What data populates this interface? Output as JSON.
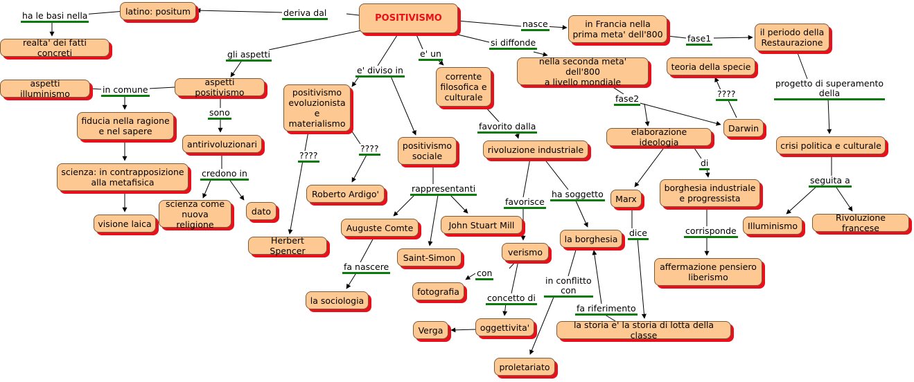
{
  "nodes": {
    "positivismo": "POSITIVISMO",
    "latino_positum": "latino: positum",
    "realta_fatti": "realta' dei fatti concreti",
    "aspetti_illuminismo": "aspetti illuminismo",
    "aspetti_positivismo": "aspetti positivismo",
    "fiducia": "fiducia nella ragione\ne nel sapere",
    "scienza_contrapposizione": "scienza: in contrapposizione\nalla metafisica",
    "visione_laica": "visione laica",
    "antirivoluzionari": "antirivoluzionari",
    "scienza_religione": "scienza come\nnuova religione",
    "dato": "dato",
    "pos_evoluzionista": "positivismo\nevoluzionista\ne\nmaterialismo",
    "herbert_spencer": "Herbert Spencer",
    "roberto_ardigo": "Roberto Ardigo'",
    "pos_sociale": "positivismo\nsociale",
    "auguste_comte": "Auguste Comte",
    "john_stuart_mill": "John Stuart Mill",
    "saint_simon": "Saint-Simon",
    "la_sociologia": "la sociologia",
    "corrente_filosofica": "corrente\nfilosofica e\nculturale",
    "rivoluzione_industriale": "rivoluzione industriale",
    "verismo": "verismo",
    "fotografia": "fotografia",
    "oggettivita": "oggettivita'",
    "verga": "Verga",
    "la_borghesia": "la borghesia",
    "proletariato": "proletariato",
    "storia_lotta": "la storia e' la storia di lotta della classe",
    "seconda_meta": "nella seconda meta' dell'800\na livello mondiale",
    "elaborazione_ideologia": "elaborazione ideologia",
    "marx": "Marx",
    "borghesia_industriale": "borghesia industriale\ne progressista",
    "affermazione_liberismo": "affermazione pensiero\nliberismo",
    "darwin": "Darwin",
    "teoria_specie": "teoria della specie",
    "francia": "in Francia nella\nprima meta' dell'800",
    "restaurazione": "il periodo della\nRestaurazione",
    "crisi_politica": "crisi politica e culturale",
    "illuminismo": "Illuminismo",
    "rivoluzione_francese": "Rivoluzione francese"
  },
  "links": {
    "deriva_dal": "deriva dal",
    "ha_le_basi_nella": "ha le basi nella",
    "gli_aspetti": "gli aspetti",
    "in_comune": "in comune",
    "sono": "sono",
    "credono_in": "credono in",
    "e_diviso_in": "e' diviso in",
    "qqqq_1": "????",
    "qqqq_2": "????",
    "rappresentanti": "rappresentanti",
    "fa_nascere": "fa nascere",
    "e_un": "e' un",
    "favorito_dalla": "favorito dalla",
    "favorisce": "favorisce",
    "con": "con",
    "concetto_di": "concetto di",
    "ha_soggetto": "ha soggetto",
    "in_conflitto_con": "in conflitto\ncon",
    "fa_riferimento": "fa riferimento",
    "dice": "dice",
    "si_diffonde": "si diffonde",
    "fase2": "fase2",
    "di": "di",
    "corrisponde": "corrisponde",
    "qqqq_3": "????",
    "nasce": "nasce",
    "fase1": "fase1",
    "progetto": "progetto di superamento\ndella",
    "seguita_a": "seguita a"
  },
  "colors": {
    "node_fill": "#fdc891",
    "node_shadow": "#e8101a",
    "title_text": "#e8101a",
    "link_bar": "#0a7a0a",
    "line": "#000000"
  }
}
